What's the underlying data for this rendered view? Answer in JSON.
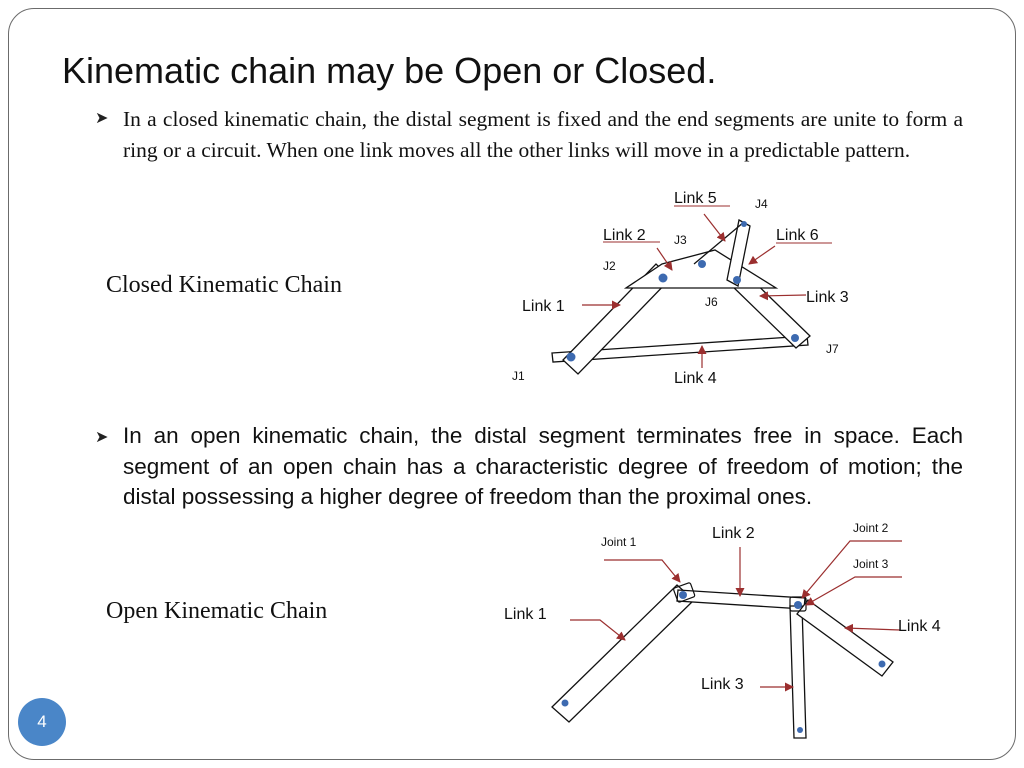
{
  "slide": {
    "title": "Kinematic chain may be Open or Closed.",
    "page_number": "4"
  },
  "closed_section": {
    "bullet_text": "In a closed kinematic chain, the distal segment is fixed and the end segments are unite to form a ring or a circuit. When one link moves all the other links will move in a predictable pattern.",
    "label": "Closed Kinematic Chain",
    "diagram": {
      "link_labels": [
        "Link 1",
        "Link 2",
        "Link 3",
        "Link 4",
        "Link 5",
        "Link 6"
      ],
      "joint_labels": [
        "J1",
        "J2",
        "J3",
        "J4",
        "J6",
        "J7"
      ]
    }
  },
  "open_section": {
    "bullet_text": "In an open kinematic chain, the distal segment terminates free in space. Each segment of an open chain has a characteristic degree of freedom of motion; the distal possessing a higher degree of freedom than the proximal ones.",
    "label": "Open Kinematic Chain",
    "diagram": {
      "link_labels": [
        "Link 1",
        "Link 2",
        "Link 3",
        "Link 4"
      ],
      "joint_labels": [
        "Joint 1",
        "Joint 2",
        "Joint 3"
      ]
    }
  },
  "colors": {
    "arrow": "#9b2f2f",
    "joint_dot": "#3d6ab0",
    "frame": "#6b6b6b",
    "badge": "#4a86c8"
  }
}
